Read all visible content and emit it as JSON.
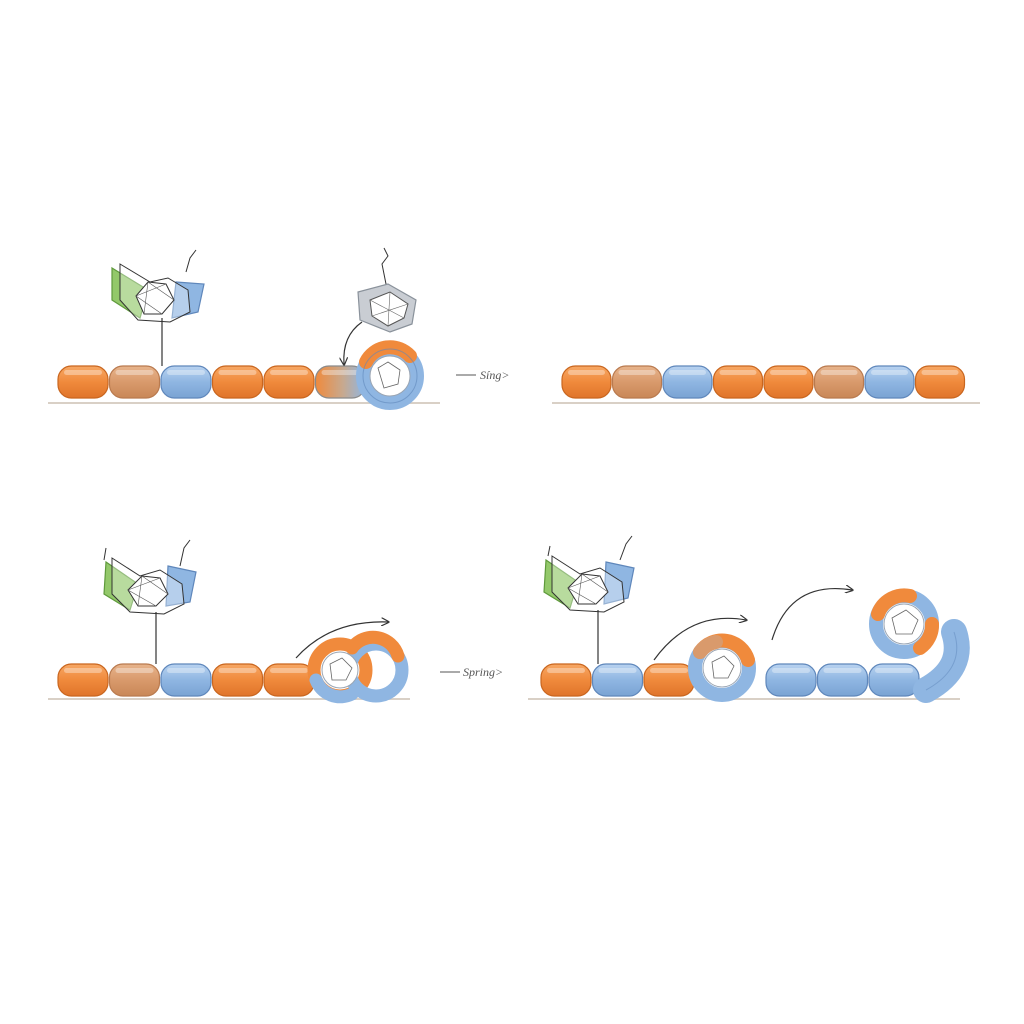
{
  "diagram": {
    "step_labels": {
      "top": "Síng>",
      "bottom": "Spring>"
    },
    "colors": {
      "orange": "#f08a3c",
      "orange_stroke": "#c9661f",
      "tan": "#d99a6c",
      "tan_stroke": "#b97a4f",
      "blue": "#8fb6e2",
      "blue_stroke": "#5f87bb",
      "green": "#93c86a",
      "green_stroke": "#5f9a3c",
      "grey": "#c9cdd3",
      "grey_stroke": "#8a929b",
      "line": "#333333",
      "baseline": "#d9d0c6"
    },
    "chains": {
      "top_left": [
        "orange",
        "tan",
        "blue",
        "orange",
        "orange",
        "orange-blue"
      ],
      "top_right": [
        "orange",
        "tan",
        "blue",
        "orange",
        "orange",
        "tan",
        "blue",
        "orange"
      ],
      "bottom_left": [
        "orange",
        "tan",
        "blue",
        "orange",
        "orange"
      ],
      "bottom_right_a": [
        "orange",
        "blue",
        "orange"
      ],
      "bottom_right_b": [
        "blue",
        "blue",
        "blue"
      ]
    }
  }
}
